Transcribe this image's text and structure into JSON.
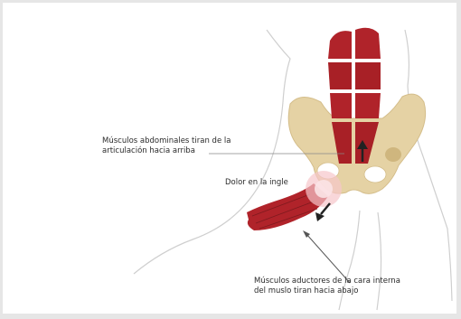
{
  "labels": {
    "abdominal_line1": "Músculos abdominales tiran de la",
    "abdominal_line2": "articulación hacia arriba",
    "groin_pain": "Dolor en la ingle",
    "adductor_line1": "Músculos aductores de la cara interna",
    "adductor_line2": "del muslo tiran hacia abajo"
  },
  "colors": {
    "muscle": "#b0232a",
    "muscle_dark": "#7e1a1e",
    "bone": "#e5d2a4",
    "bone_dark": "#cfb67e",
    "outline": "#c8c8c8",
    "pain": "#f2a0a8",
    "arrow": "#333333",
    "leader": "#555555"
  }
}
